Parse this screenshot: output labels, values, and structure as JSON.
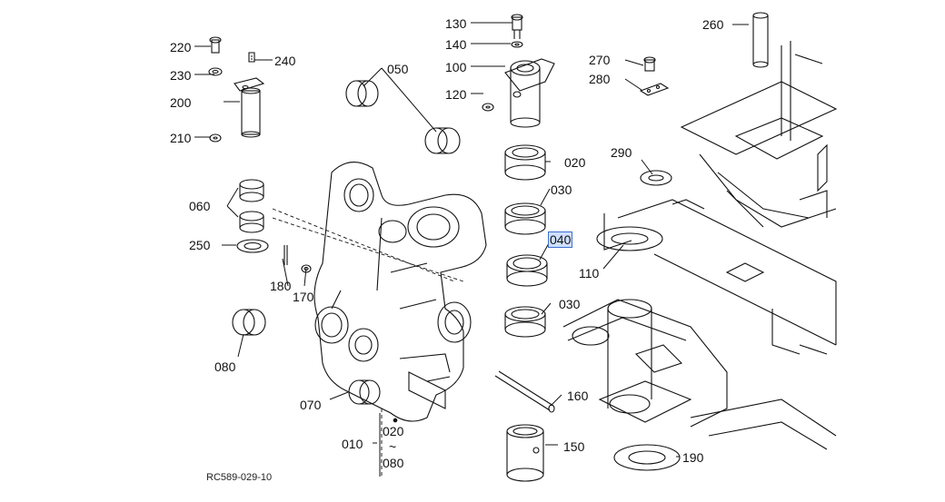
{
  "diagram": {
    "caption": "RC589-029-10",
    "labels": {
      "p010": "010",
      "p020": "020",
      "tilde": "~",
      "p080b": "080",
      "p030a": "030",
      "p030b": "030",
      "p040": "040",
      "p050": "050",
      "p060": "060",
      "p070": "070",
      "p080": "080",
      "p100": "100",
      "p110": "110",
      "p120": "120",
      "p130": "130",
      "p140": "140",
      "p150": "150",
      "p160": "160",
      "p170": "170",
      "p180": "180",
      "p190": "190",
      "p200": "200",
      "p210": "210",
      "p220": "220",
      "p230": "230",
      "p240": "240",
      "p250": "250",
      "p260": "260",
      "p270": "270",
      "p280": "280",
      "p290": "290",
      "p020b": "020"
    },
    "selected_label": "040"
  }
}
